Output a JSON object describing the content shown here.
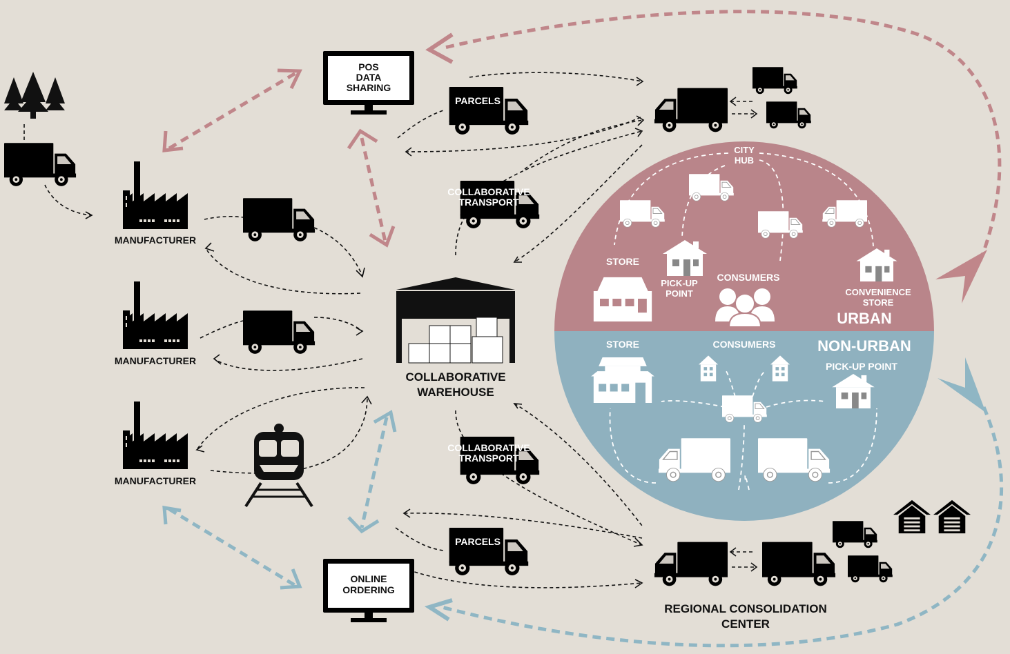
{
  "labels": {
    "pos": [
      "POS",
      "DATA",
      "SHARING"
    ],
    "online": [
      "ONLINE",
      "ORDERING"
    ],
    "parcels_top": "PARCELS",
    "parcels_bottom": "PARCELS",
    "collab_top": [
      "COLLABORATIVE",
      "TRANSPORT"
    ],
    "collab_bottom": [
      "COLLABORATIVE",
      "TRANSPORT"
    ],
    "manufacturer_1": "MANUFACTURER",
    "manufacturer_2": "MANUFACTURER",
    "manufacturer_3": "MANUFACTURER",
    "warehouse": [
      "COLLABORATIVE",
      "WAREHOUSE"
    ],
    "regional": [
      "REGIONAL CONSOLIDATION",
      "CENTER"
    ]
  },
  "urban": {
    "title": "URBAN",
    "city_hub": [
      "CITY",
      "HUB"
    ],
    "store": "STORE",
    "pickup": [
      "PICK-UP",
      "POINT"
    ],
    "consumers": "CONSUMERS",
    "convenience": [
      "CONVENIENCE",
      "STORE"
    ]
  },
  "non_urban": {
    "title": "NON-URBAN",
    "store": "STORE",
    "consumers": "CONSUMERS",
    "pickup": "PICK-UP POINT"
  },
  "colors": {
    "background": "#e3ded6",
    "urban": "#b9858a",
    "non_urban": "#8fb1bf",
    "pink_arrow": "#c0868a",
    "blue_arrow": "#8fb6c4",
    "icon": "#111111"
  },
  "icons": [
    "truck-icon",
    "factory-icon",
    "monitor-icon",
    "warehouse-icon",
    "train-icon",
    "trees-icon",
    "house-icon",
    "consumers-icon",
    "garage-icon"
  ]
}
